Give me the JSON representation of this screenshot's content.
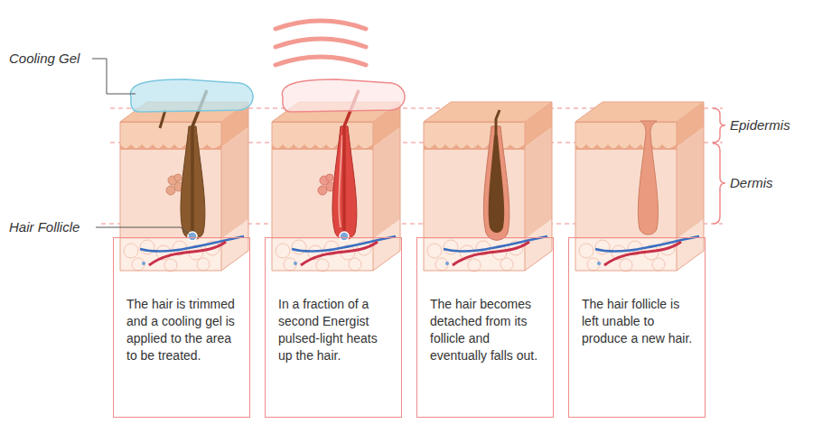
{
  "diagram": {
    "nodes": [
      {
        "text": [
          "The hair is trimmed and a cooling gel is applied to the area to be treated."
        ]
      },
      {
        "text": [
          "In a fraction of a second Energist pulsed-light heats up the hair."
        ]
      },
      {
        "text": [
          "The hair becomes detached from its follicle and eventually falls out."
        ]
      },
      {
        "text": [
          "The hair follicle is left unable to produce a new hair."
        ]
      }
    ],
    "labels": [
      "Cooling Gel",
      "Hair Follicle",
      "Epidermis",
      "Dermis"
    ]
  }
}
